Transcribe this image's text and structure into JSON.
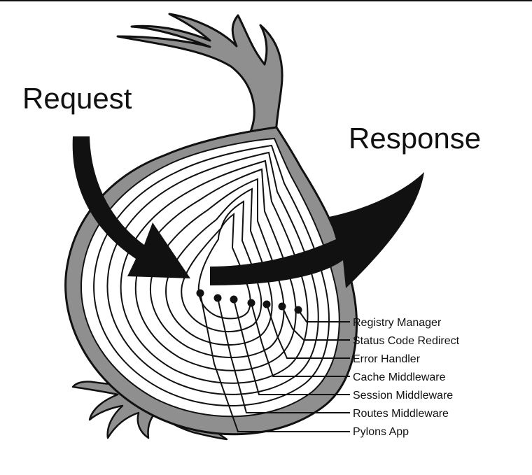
{
  "diagram": {
    "request_label": "Request",
    "response_label": "Response",
    "layers": [
      "Registry Manager",
      "Status Code Redirect",
      "Error Handler",
      "Cache Middleware",
      "Session Middleware",
      "Routes Middleware",
      "Pylons App"
    ]
  },
  "colors": {
    "outline": "#111111",
    "skin": "#8f8f8f",
    "flesh": "#ffffff",
    "background": "#ffffff"
  }
}
